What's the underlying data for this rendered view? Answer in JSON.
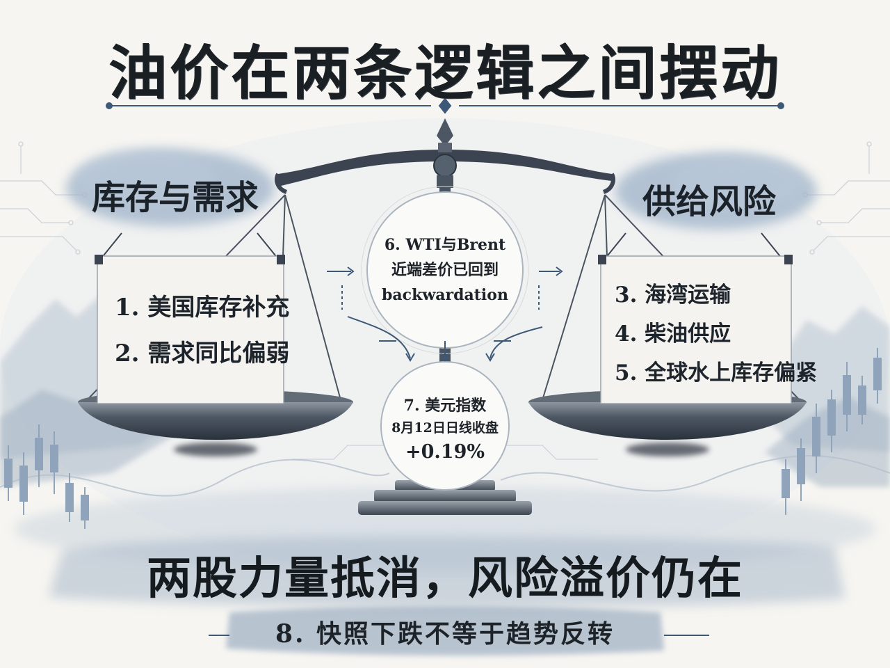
{
  "title": "油价在两条逻辑之间摆动",
  "left_pan": {
    "label": "库存与需求",
    "items": [
      "1. 美国库存补充",
      "2. 需求同比偏弱"
    ]
  },
  "right_pan": {
    "label": "供给风险",
    "items": [
      "3. 海湾运输",
      "4. 柴油供应",
      "5. 全球水上库存偏紧"
    ]
  },
  "center_top": {
    "lines": [
      "6. WTI与Brent",
      "近端差价已回到",
      "backwardation"
    ]
  },
  "center_bottom": {
    "line1": "7. 美元指数",
    "line2": "8月12日日线收盘",
    "line3": "+0.19%"
  },
  "conclusion": "两股力量抵消，风险溢价仍在",
  "footer_note": "8. 快照下跌不等于趋势反转",
  "colors": {
    "ink": "#1d2329",
    "wash_blue": "#9fb3c9",
    "accent_line": "#3e5878",
    "paper": "#f4f3ef"
  }
}
